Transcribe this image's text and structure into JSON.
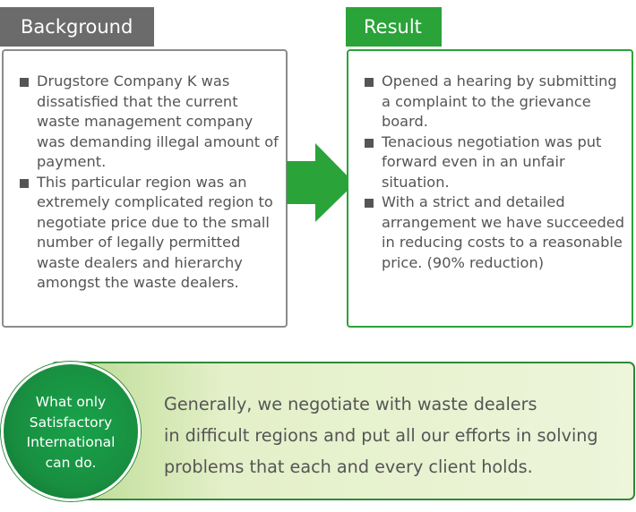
{
  "background": {
    "title": "Background",
    "items": [
      "Drugstore Company K was dissatisfied that the current waste management company was demanding illegal amount of payment.",
      "This particular region was an extremely complicated region to negotiate price due to the small number of legally permitted waste dealers and hierarchy amongst the waste dealers."
    ]
  },
  "result": {
    "title": "Result",
    "items": [
      "Opened a hearing by submitting a complaint to the grievance board.",
      "Tenacious negotiation was put forward even in an unfair situation.",
      "With a strict and detailed arrangement we have succeeded in reducing costs to a reasonable price. (90% reduction)"
    ]
  },
  "banner": {
    "badge_lines": [
      "What only",
      "Satisfactory",
      "International",
      "can do."
    ],
    "text_lines": [
      "Generally, we negotiate with waste dealers",
      "in difficult regions and put all our efforts in solving",
      "problems that each and every client holds."
    ]
  },
  "colors": {
    "background_accent": "#6b6b6b",
    "result_accent": "#2aa339",
    "badge": "#188f40",
    "banner_fill": "#edf5da",
    "text": "#555555"
  }
}
